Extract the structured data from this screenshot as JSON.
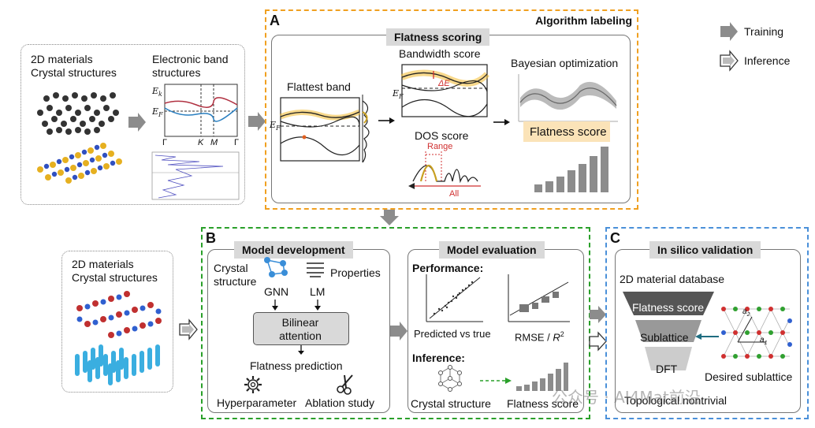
{
  "legend": {
    "training": "Training",
    "inference": "Inference"
  },
  "left_top": {
    "title_line1": "2D materials",
    "title_line2": "Crystal structures",
    "band_title_line1": "Electronic band",
    "band_title_line2": "structures",
    "ek": "E",
    "ek_sub": "k",
    "ef": "E",
    "ef_sub": "F",
    "ticks": [
      "Γ",
      "K",
      "M",
      "Γ"
    ]
  },
  "panel_a": {
    "letter": "A",
    "header": "Algorithm labeling",
    "flatness_scoring": "Flatness scoring",
    "flattest_band": "Flattest band",
    "ef": "E",
    "ef_sub": "F",
    "bandwidth_score": "Bandwidth score",
    "delta_e": "ΔE",
    "dos_score": "DOS score",
    "range": "Range",
    "all": "All",
    "bayesian": "Bayesian optimization",
    "flatness_score": "Flatness score"
  },
  "left_bottom": {
    "title_line1": "2D materials",
    "title_line2": "Crystal structures"
  },
  "panel_b": {
    "letter": "B",
    "model_development": "Model development",
    "crystal_line1": "Crystal",
    "crystal_line2": "structure",
    "properties": "Properties",
    "gnn": "GNN",
    "lm": "LM",
    "bilinear_line1": "Bilinear",
    "bilinear_line2": "attention",
    "flatness_prediction": "Flatness prediction",
    "hyperparameter": "Hyperparameter",
    "ablation": "Ablation study",
    "model_evaluation": "Model evaluation",
    "performance": "Performance:",
    "pred_vs_true": "Predicted vs true",
    "rmse": "RMSE / ",
    "r2": "R",
    "r2_sup": "2",
    "inference": "Inference:",
    "crystal_structure": "Crystal structure",
    "flatness_score": "Flatness score"
  },
  "panel_c": {
    "letter": "C",
    "header": "In silico validation",
    "database": "2D material database",
    "funnel": [
      "Flatness score",
      "Sublattice",
      "DFT"
    ],
    "topological": "Topological nontrivial",
    "desired": "Desired sublattice",
    "a1": "a",
    "a1_sub": "1",
    "a2": "a",
    "a2_sub": "2"
  },
  "watermark": "公众号 · AI4Mat前沿",
  "colors": {
    "orange": "#f0a020",
    "green": "#2aa02a",
    "blue": "#4a90d9",
    "gold": "#d9a520",
    "gray_arrow": "#8c8c8c"
  }
}
